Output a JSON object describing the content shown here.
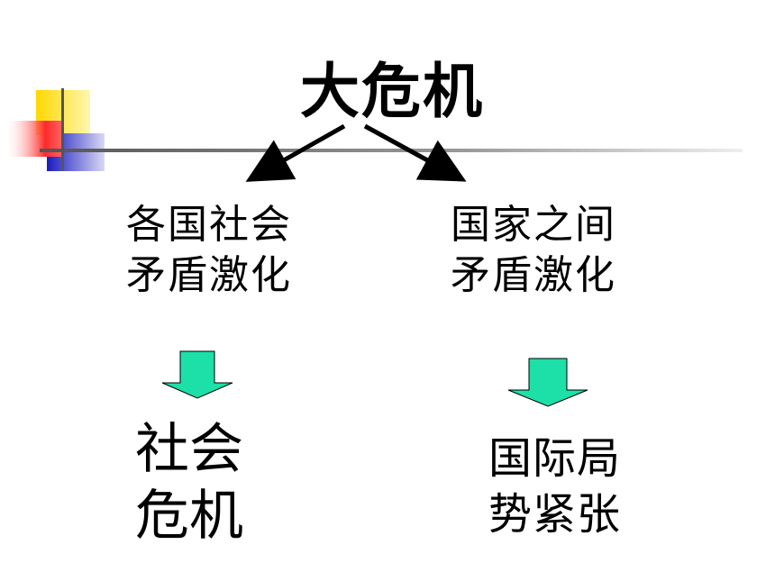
{
  "title": "大危机",
  "branches": [
    {
      "lines": [
        "各国社会",
        "矛盾激化"
      ],
      "result": [
        "社会",
        "危机"
      ]
    },
    {
      "lines": [
        "国家之间",
        "矛盾激化"
      ],
      "result": [
        "国际局",
        "势紧张"
      ]
    }
  ],
  "colors": {
    "down_arrow_fill": "#1DE0A8",
    "deco_yellow": "#FFE000",
    "deco_red": "#FF3030",
    "deco_blue": "#2020C8",
    "rule": "#888888"
  }
}
